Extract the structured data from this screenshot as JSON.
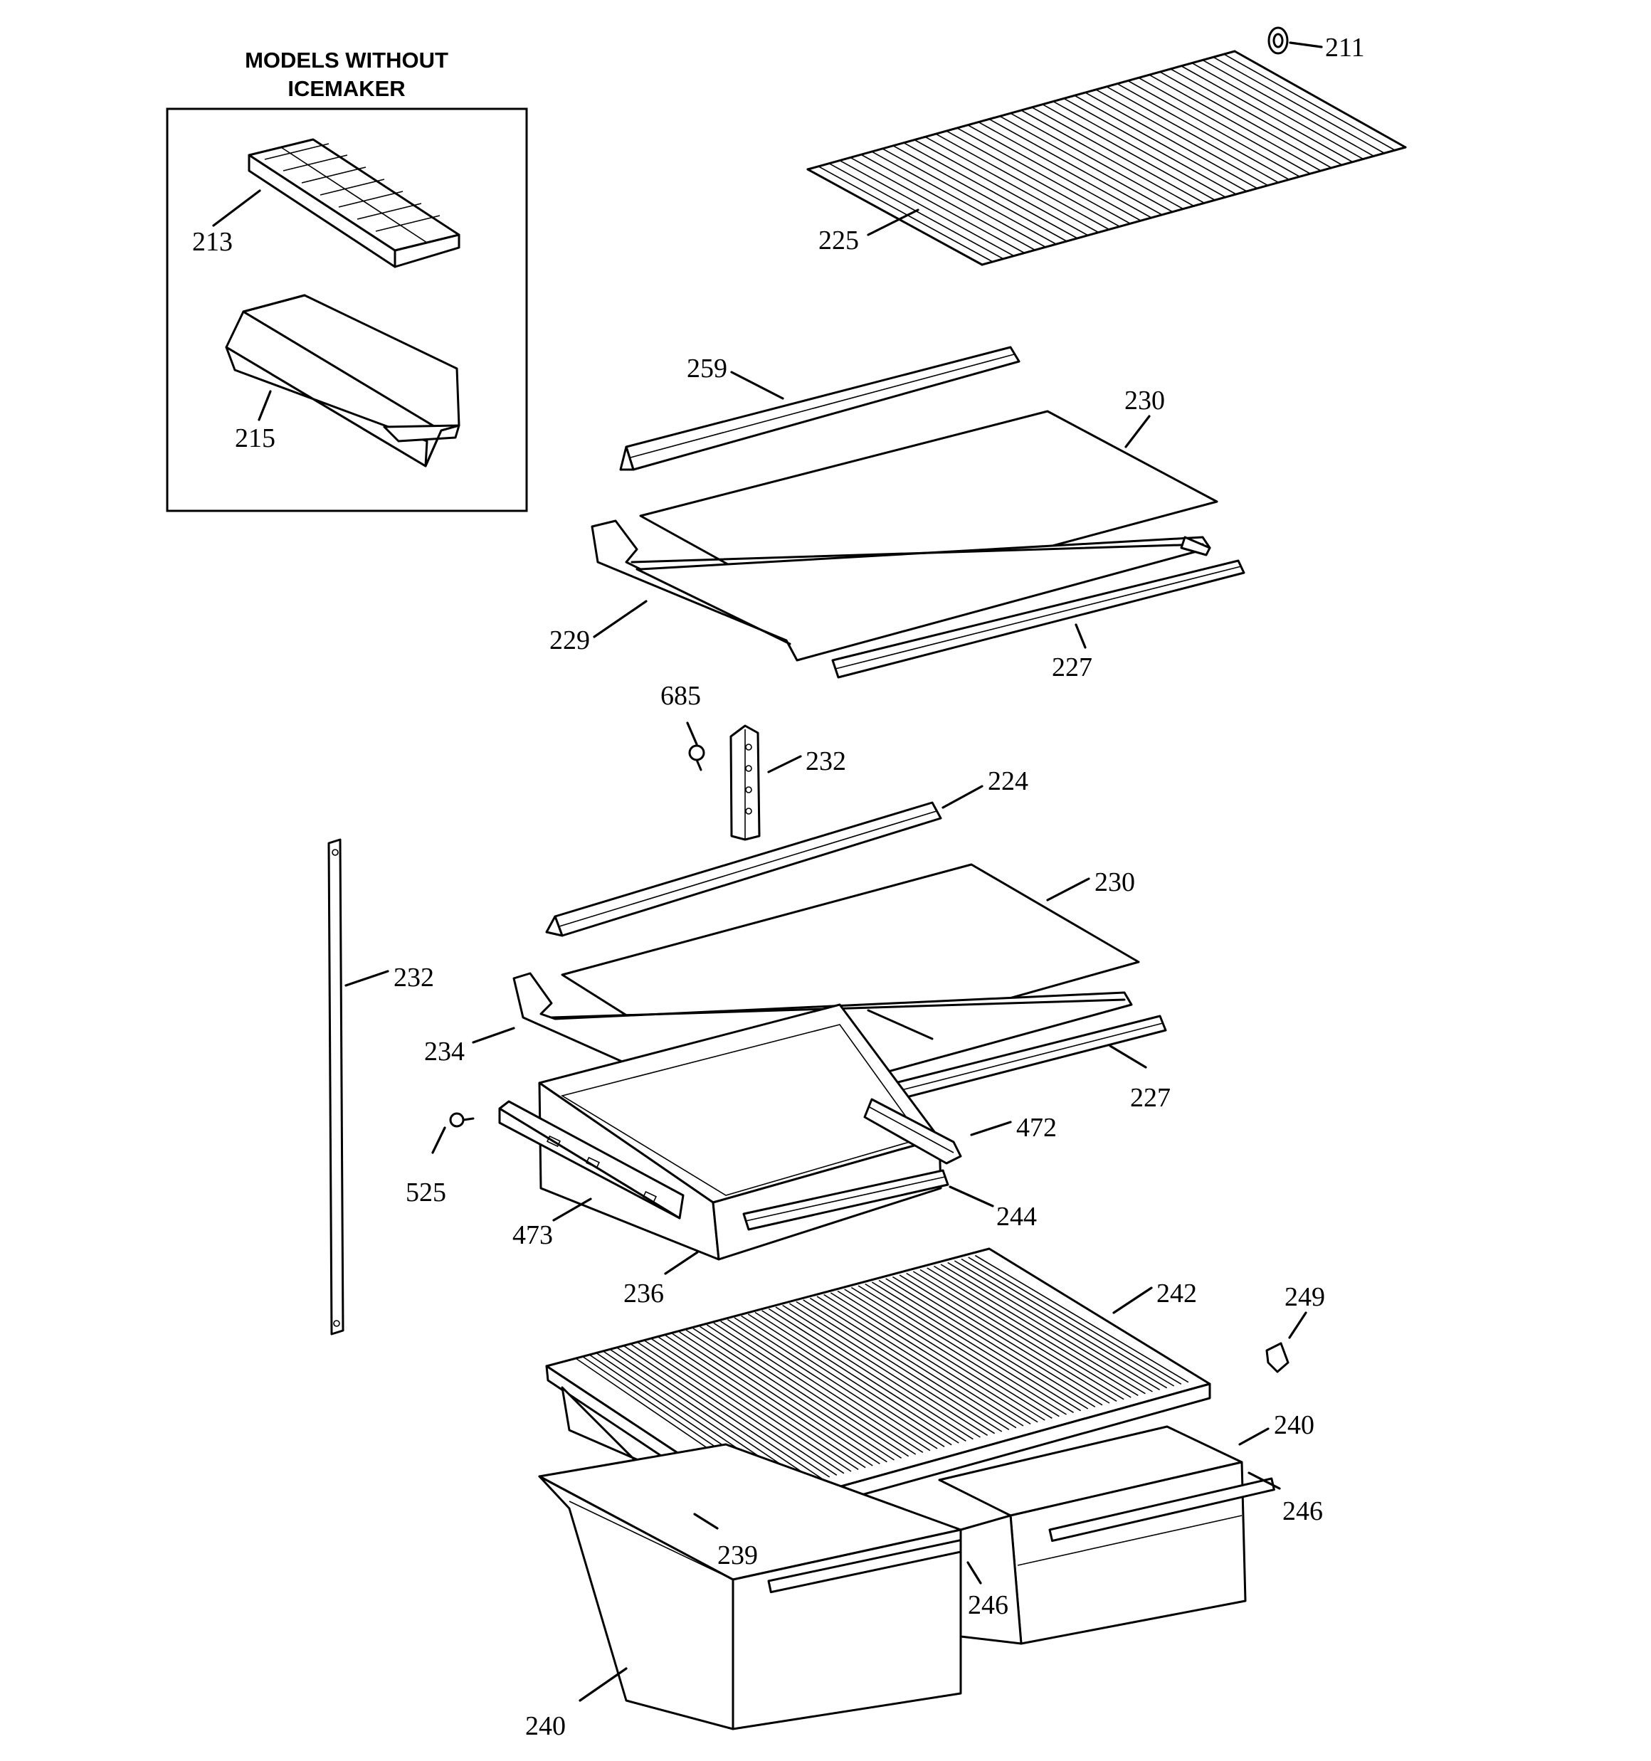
{
  "inset": {
    "title_line1": "MODELS WITHOUT",
    "title_line2": "ICEMAKER"
  },
  "callouts": [
    {
      "id": "c211",
      "text": "211"
    },
    {
      "id": "c225",
      "text": "225"
    },
    {
      "id": "c213",
      "text": "213"
    },
    {
      "id": "c215",
      "text": "215"
    },
    {
      "id": "c259",
      "text": "259"
    },
    {
      "id": "c230a",
      "text": "230"
    },
    {
      "id": "c229",
      "text": "229"
    },
    {
      "id": "c227a",
      "text": "227"
    },
    {
      "id": "c685",
      "text": "685"
    },
    {
      "id": "c232a",
      "text": "232"
    },
    {
      "id": "c224",
      "text": "224"
    },
    {
      "id": "c230b",
      "text": "230"
    },
    {
      "id": "c232b",
      "text": "232"
    },
    {
      "id": "c234",
      "text": "234"
    },
    {
      "id": "c227b",
      "text": "227"
    },
    {
      "id": "c472",
      "text": "472"
    },
    {
      "id": "c525",
      "text": "525"
    },
    {
      "id": "c244",
      "text": "244"
    },
    {
      "id": "c473",
      "text": "473"
    },
    {
      "id": "c236",
      "text": "236"
    },
    {
      "id": "c242",
      "text": "242"
    },
    {
      "id": "c249",
      "text": "249"
    },
    {
      "id": "c240a",
      "text": "240"
    },
    {
      "id": "c246a",
      "text": "246"
    },
    {
      "id": "c239",
      "text": "239"
    },
    {
      "id": "c246b",
      "text": "246"
    },
    {
      "id": "c240b",
      "text": "240"
    }
  ]
}
